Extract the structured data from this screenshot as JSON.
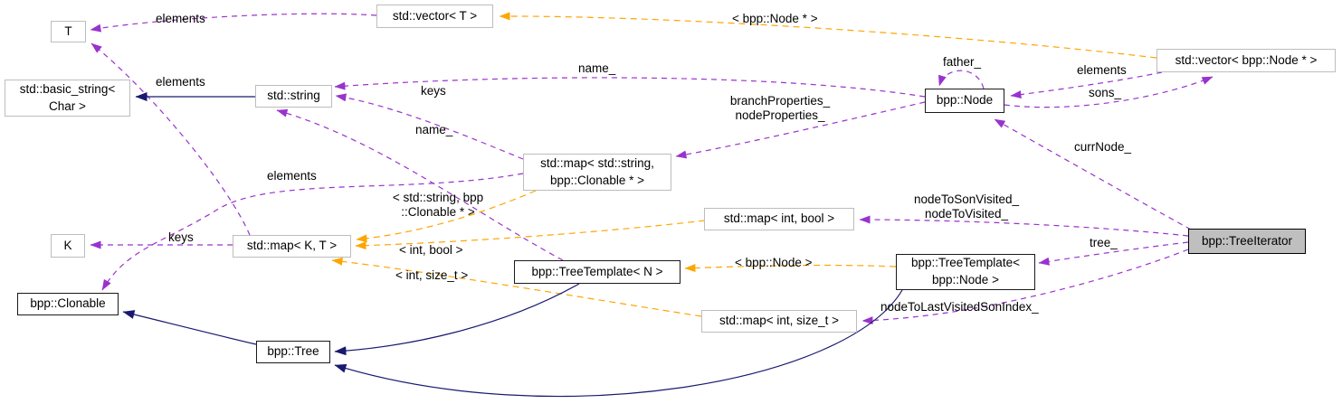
{
  "diagram": {
    "kind": "collaboration-graph",
    "current_class": "bpp::TreeIterator"
  },
  "colors": {
    "inheritance_edge": "#191970",
    "usage_edge": "#9a32cd",
    "template_edge": "#ffa500",
    "current_node_fill": "#bfbfbf",
    "external_node_border": "#bdbdbd",
    "project_node_border": "#1a1a1a"
  },
  "nodes": {
    "t": {
      "label": "T",
      "kind": "external"
    },
    "vector_t": {
      "label": "std::vector< T >",
      "kind": "external"
    },
    "basic_string": {
      "label": "std::basic_string<\nChar >",
      "kind": "external"
    },
    "string": {
      "label": "std::string",
      "kind": "external"
    },
    "map_string_clonable": {
      "label": "std::map< std::string,\nbpp::Clonable * >",
      "kind": "external"
    },
    "node": {
      "label": "bpp::Node",
      "kind": "project"
    },
    "vector_node_ptr": {
      "label": "std::vector< bpp::Node * >",
      "kind": "external"
    },
    "tree_iterator": {
      "label": "bpp::TreeIterator",
      "kind": "current"
    },
    "map_int_bool": {
      "label": "std::map< int, bool >",
      "kind": "external"
    },
    "tree_template_node": {
      "label": "bpp::TreeTemplate<\nbpp::Node >",
      "kind": "project"
    },
    "tree_template_n": {
      "label": "bpp::TreeTemplate< N >",
      "kind": "project"
    },
    "map_int_size_t": {
      "label": "std::map< int, size_t >",
      "kind": "external"
    },
    "map_k_t": {
      "label": "std::map< K, T >",
      "kind": "external"
    },
    "k": {
      "label": "K",
      "kind": "external"
    },
    "clonable": {
      "label": "bpp::Clonable",
      "kind": "project"
    },
    "tree": {
      "label": "bpp::Tree",
      "kind": "project"
    }
  },
  "edges": {
    "vector_t_to_t": {
      "label": "elements",
      "type": "usage"
    },
    "map_k_t_to_t": {
      "label": "elements",
      "type": "usage"
    },
    "map_k_t_to_k": {
      "label": "keys",
      "type": "usage"
    },
    "map_sc_to_string": {
      "label": "keys",
      "type": "usage"
    },
    "node_to_string": {
      "label": "name_",
      "type": "usage"
    },
    "tree_template_n_to_string": {
      "label": "name_",
      "type": "usage"
    },
    "map_sc_to_clonable": {
      "label": "elements",
      "type": "usage"
    },
    "node_to_map_sc": {
      "label": "branchProperties_\nnodeProperties_",
      "type": "usage"
    },
    "node_to_node": {
      "label": "father_",
      "type": "usage"
    },
    "vector_node_to_node": {
      "label": "elements",
      "type": "usage"
    },
    "node_to_vector_node": {
      "label": "sons_",
      "type": "usage"
    },
    "iterator_to_node": {
      "label": "currNode_",
      "type": "usage"
    },
    "iterator_to_map_int_bool": {
      "label": "nodeToSonVisited_\nnodeToVisited_",
      "type": "usage"
    },
    "iterator_to_tree_template": {
      "label": "tree_",
      "type": "usage"
    },
    "iterator_to_map_int_size": {
      "label": "nodeToLastVisitedSonIndex_",
      "type": "usage"
    },
    "vector_node_inst": {
      "label": "< bpp::Node * >",
      "type": "template"
    },
    "map_sc_inst": {
      "label": "< std::string, bpp\n::Clonable * >",
      "type": "template"
    },
    "map_int_bool_inst": {
      "label": "< int, bool >",
      "type": "template"
    },
    "map_int_size_inst": {
      "label": "< int, size_t >",
      "type": "template"
    },
    "tree_template_inst": {
      "label": "< bpp::Node >",
      "type": "template"
    },
    "string_isa_basic_string": {
      "label": "",
      "type": "inheritance"
    },
    "tree_isa_clonable": {
      "label": "",
      "type": "inheritance"
    },
    "tree_template_n_isa_tree": {
      "label": "",
      "type": "inheritance"
    },
    "tree_template_node_isa_tree": {
      "label": "",
      "type": "inheritance"
    }
  }
}
